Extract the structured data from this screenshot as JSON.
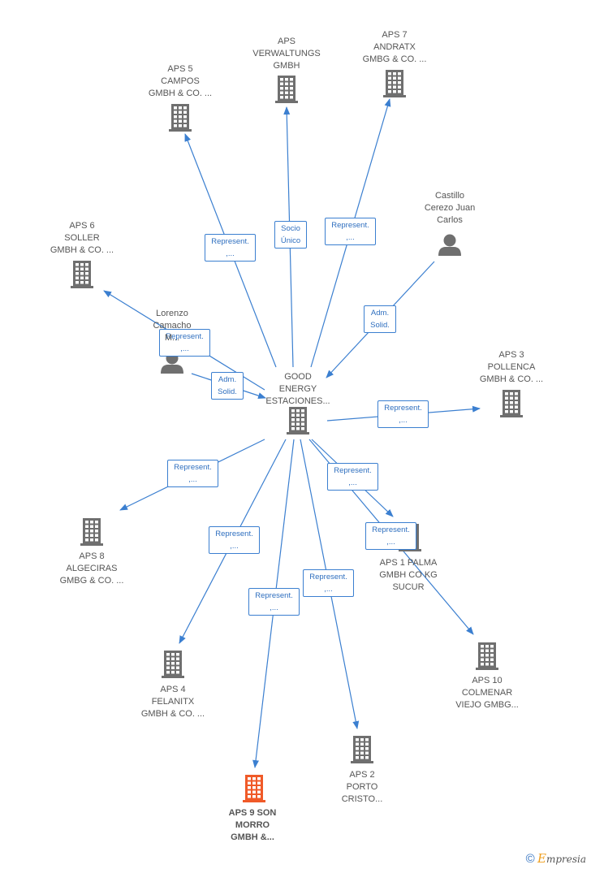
{
  "nodes": [
    {
      "id": "center",
      "type": "company",
      "lines": [
        "GOOD",
        "ENERGY",
        "ESTACIONES..."
      ]
    },
    {
      "id": "aps_verwaltungs",
      "type": "company",
      "lines": [
        "APS",
        "VERWALTUNGS",
        "GMBH"
      ]
    },
    {
      "id": "aps7",
      "type": "company",
      "lines": [
        "APS 7",
        "ANDRATX",
        "GMBG & CO. ..."
      ]
    },
    {
      "id": "aps5",
      "type": "company",
      "lines": [
        "APS 5",
        "CAMPOS",
        "GMBH & CO. ..."
      ]
    },
    {
      "id": "aps6",
      "type": "company",
      "lines": [
        "APS 6",
        "SOLLER",
        "GMBH & CO. ..."
      ]
    },
    {
      "id": "castillo",
      "type": "person",
      "lines": [
        "Castillo",
        "Cerezo Juan",
        "Carlos"
      ]
    },
    {
      "id": "lorenzo",
      "type": "person",
      "lines": [
        "Lorenzo",
        "Camacho",
        "M..."
      ]
    },
    {
      "id": "aps3",
      "type": "company",
      "lines": [
        "APS 3",
        "POLLENCA",
        "GMBH & CO. ..."
      ]
    },
    {
      "id": "aps8",
      "type": "company",
      "lines": [
        "APS 8",
        "ALGECIRAS",
        "GMBG & CO. ..."
      ]
    },
    {
      "id": "aps1",
      "type": "company",
      "lines": [
        "APS 1 PALMA",
        "GMBH CO KG",
        "SUCUR"
      ]
    },
    {
      "id": "aps4",
      "type": "company",
      "lines": [
        "APS 4",
        "FELANITX",
        "GMBH & CO. ..."
      ]
    },
    {
      "id": "aps10",
      "type": "company",
      "lines": [
        "APS 10",
        "COLMENAR",
        "VIEJO GMBG..."
      ]
    },
    {
      "id": "aps2",
      "type": "company",
      "lines": [
        "APS 2",
        "PORTO",
        "CRISTO..."
      ]
    },
    {
      "id": "aps9",
      "type": "company",
      "highlight": true,
      "lines": [
        "APS 9 SON",
        "MORRO",
        "GMBH &..."
      ]
    }
  ],
  "edges": [
    {
      "from": "center",
      "to": "aps_verwaltungs",
      "label": [
        "Socio",
        "Único"
      ]
    },
    {
      "from": "center",
      "to": "aps7",
      "label": [
        "Represent.",
        ",..."
      ]
    },
    {
      "from": "center",
      "to": "aps5",
      "label": [
        "Represent.",
        ",..."
      ]
    },
    {
      "from": "center",
      "to": "aps6",
      "label": [
        "Represent.",
        ",..."
      ]
    },
    {
      "from": "castillo",
      "to": "center",
      "label": [
        "Adm.",
        "Solid."
      ]
    },
    {
      "from": "lorenzo",
      "to": "center",
      "label": [
        "Adm.",
        "Solid."
      ]
    },
    {
      "from": "center",
      "to": "aps3",
      "label": [
        "Represent.",
        ",..."
      ]
    },
    {
      "from": "center",
      "to": "aps8",
      "label": [
        "Represent.",
        ",..."
      ]
    },
    {
      "from": "center",
      "to": "aps1",
      "label": [
        "Represent.",
        ",..."
      ]
    },
    {
      "from": "center",
      "to": "aps10",
      "label": [
        "Represent.",
        ",..."
      ]
    },
    {
      "from": "center",
      "to": "aps4",
      "label": [
        "Represent.",
        ",..."
      ]
    },
    {
      "from": "center",
      "to": "aps2",
      "label": [
        "Represent.",
        ",..."
      ]
    },
    {
      "from": "center",
      "to": "aps9",
      "label": [
        "Represent.",
        ",..."
      ]
    }
  ],
  "colors": {
    "edge": "#3b7fd0",
    "company_icon": "#6f6f6f",
    "highlight_icon": "#f05a28",
    "person_icon": "#6f6f6f",
    "label_text": "#555555",
    "edge_label_text": "#2f6fbf"
  },
  "brand": {
    "copyright_symbol": "©",
    "initial": "E",
    "rest": "mpresia"
  }
}
